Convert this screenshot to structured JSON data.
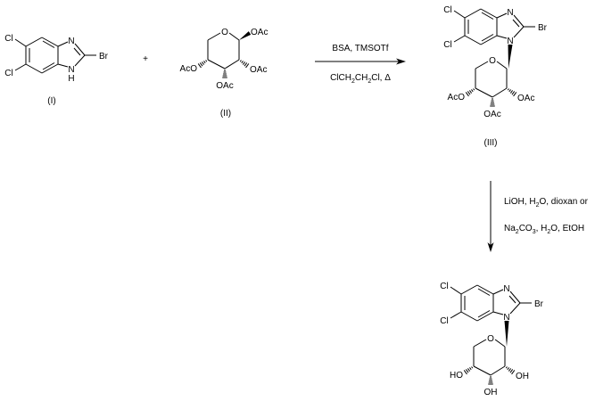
{
  "compounds": {
    "I": {
      "label": "(I)",
      "atoms": {
        "cl_top": "Cl",
        "cl_bottom": "Cl",
        "n3": "N",
        "n1": "N",
        "h": "H",
        "br": "Br"
      }
    },
    "II": {
      "label": "(II)",
      "atoms": {
        "ring_o": "O",
        "c1_sub": "OAc",
        "c2_sub": "OAc",
        "c3_sub": "OAc",
        "c4_sub": "AcO"
      }
    },
    "III": {
      "label": "(III)",
      "atoms": {
        "cl_top": "Cl",
        "cl_bottom": "Cl",
        "n3": "N",
        "n1": "N",
        "br": "Br",
        "ring_o": "O",
        "c2_sub": "OAc",
        "c3_sub": "OAc",
        "c4_sub": "AcO"
      }
    },
    "IV": {
      "atoms": {
        "cl_top": "Cl",
        "cl_bottom": "Cl",
        "n3": "N",
        "n1": "N",
        "br": "Br",
        "ring_o": "O",
        "c2_sub": "OH",
        "c3_sub": "OH",
        "c4_sub": "HO"
      }
    }
  },
  "plus": "+",
  "step1": {
    "above": "BSA, TMSOTf",
    "below": [
      "ClCH",
      "2",
      "CH",
      "2",
      "Cl, Δ"
    ]
  },
  "step2": {
    "line1": [
      "LiOH, H",
      "2",
      "O, dioxan  or"
    ],
    "line2": [
      "Na",
      "2",
      "CO",
      "3",
      ", H",
      "2",
      "O, EtOH"
    ]
  }
}
